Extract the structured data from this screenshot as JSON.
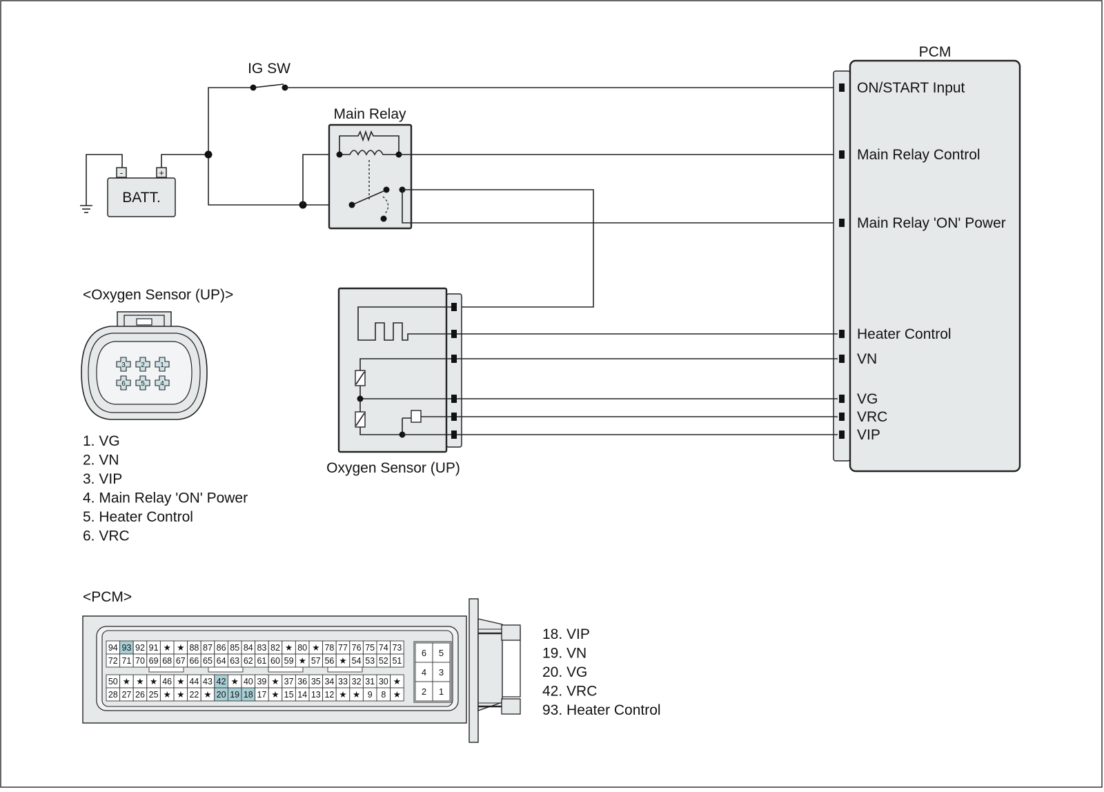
{
  "labels": {
    "ig_sw": "IG SW",
    "main_relay": "Main Relay",
    "batt": "BATT.",
    "batt_minus": "-",
    "batt_plus": "+",
    "pcm_title": "PCM",
    "o2_connector_title": "<Oxygen Sensor (UP)>",
    "o2_sensor": "Oxygen Sensor (UP)",
    "pcm_connector_title": "<PCM>"
  },
  "pcm_terminals": [
    "ON/START Input",
    "Main Relay Control",
    "Main Relay 'ON' Power",
    "Heater Control",
    "VN",
    "VG",
    "VRC",
    "VIP"
  ],
  "o2_pin_list": [
    "1. VG",
    "2. VN",
    "3. VIP",
    "4. Main Relay 'ON' Power",
    "5. Heater Control",
    "6. VRC"
  ],
  "pcm_pin_list": [
    "18. VIP",
    "19. VN",
    "20. VG",
    "42. VRC",
    "93. Heater Control"
  ],
  "o2_connector_pins": [
    "3",
    "2",
    "1",
    "6",
    "5",
    "4"
  ],
  "pcm_connector": {
    "row1": [
      "94",
      "93",
      "92",
      "91",
      "★",
      "★",
      "88",
      "87",
      "86",
      "85",
      "84",
      "83",
      "82",
      "★",
      "80",
      "★",
      "78",
      "77",
      "76",
      "75",
      "74",
      "73"
    ],
    "row2": [
      "72",
      "71",
      "70",
      "69",
      "68",
      "67",
      "66",
      "65",
      "64",
      "63",
      "62",
      "61",
      "60",
      "59",
      "★",
      "57",
      "56",
      "★",
      "54",
      "53",
      "52",
      "51"
    ],
    "row3": [
      "50",
      "★",
      "★",
      "★",
      "46",
      "★",
      "44",
      "43",
      "42",
      "★",
      "40",
      "39",
      "★",
      "37",
      "36",
      "35",
      "34",
      "33",
      "32",
      "31",
      "30",
      "★"
    ],
    "row4": [
      "28",
      "27",
      "26",
      "25",
      "★",
      "★",
      "22",
      "★",
      "20",
      "19",
      "18",
      "17",
      "★",
      "15",
      "14",
      "13",
      "12",
      "★",
      "★",
      "9",
      "8",
      "★"
    ],
    "highlighted": [
      "93",
      "42",
      "20",
      "19",
      "18"
    ],
    "highlight_color": "#a9cfd6",
    "side_block": [
      [
        "6",
        "5"
      ],
      [
        "4",
        "3"
      ],
      [
        "2",
        "1"
      ]
    ]
  }
}
